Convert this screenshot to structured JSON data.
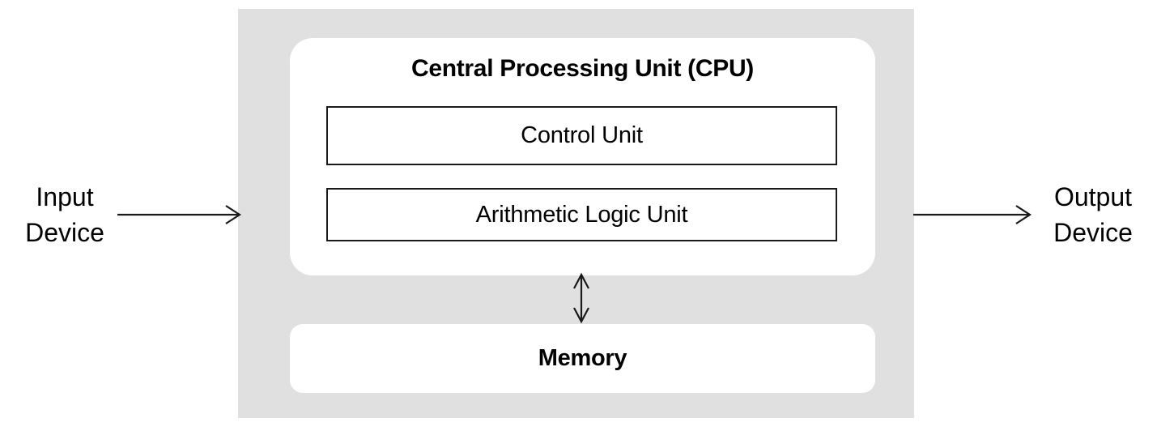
{
  "diagram": {
    "title": "Central Processing Unit (CPU)",
    "type": "block-diagram",
    "colors": {
      "system_background": "#e0e0e0",
      "panel_background": "#ffffff",
      "stroke": "#1a1a1a",
      "text": "#000000",
      "page_background": "#ffffff"
    }
  },
  "system": {
    "name": "computer-system-container",
    "cpu": {
      "title": "Central Processing Unit (CPU)",
      "units": [
        {
          "id": "control-unit",
          "label": "Control Unit"
        },
        {
          "id": "arithmetic-logic-unit",
          "label": "Arithmetic Logic Unit"
        }
      ]
    },
    "memory": {
      "label": "Memory"
    }
  },
  "devices": {
    "input": {
      "line1": "Input",
      "line2": "Device"
    },
    "output": {
      "line1": "Output",
      "line2": "Device"
    }
  },
  "arrows": [
    {
      "id": "input-to-system",
      "direction": "right",
      "from": "Input Device",
      "to": "Central Processing Unit (CPU)",
      "heads": 1
    },
    {
      "id": "system-to-output",
      "direction": "right",
      "from": "Central Processing Unit (CPU)",
      "to": "Output Device",
      "heads": 1
    },
    {
      "id": "cpu-memory-bus",
      "direction": "bidirectional",
      "from": "Central Processing Unit (CPU)",
      "to": "Memory",
      "heads": 2
    }
  ]
}
